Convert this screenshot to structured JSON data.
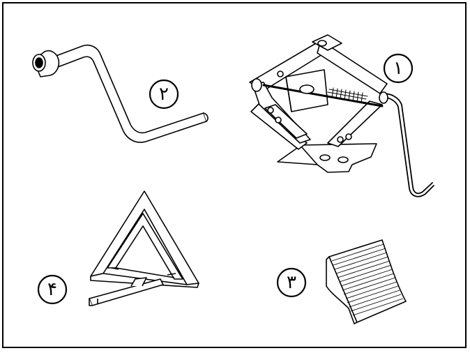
{
  "colors": {
    "stroke": "#000000",
    "background": "#ffffff"
  },
  "items": [
    {
      "id": "jack",
      "icon": "scissor-jack-icon",
      "label": "١"
    },
    {
      "id": "wrench",
      "icon": "lug-wrench-icon",
      "label": "٢"
    },
    {
      "id": "chock",
      "icon": "wheel-chock-icon",
      "label": "٣"
    },
    {
      "id": "triangle",
      "icon": "warning-triangle-icon",
      "label": "۴"
    }
  ]
}
